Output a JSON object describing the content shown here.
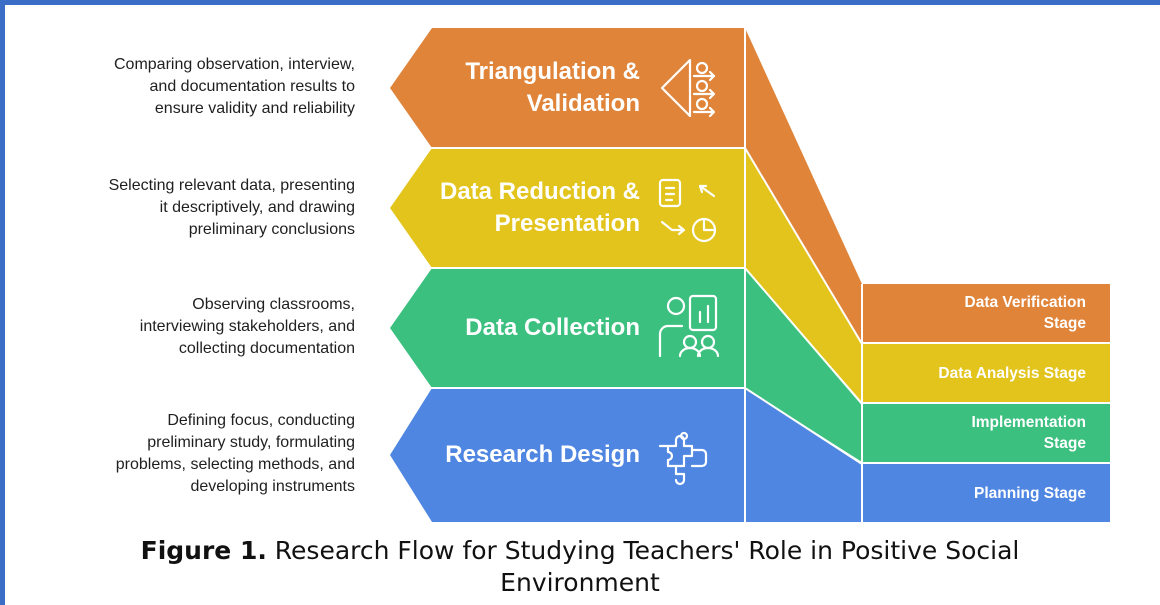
{
  "colors": {
    "orange": "#e0843a",
    "yellow": "#e2c41c",
    "green": "#3cc07f",
    "blue": "#4f86e2",
    "frame": "#3b6cc6"
  },
  "stages": [
    {
      "key": "triangulation",
      "title_lines": [
        "Triangulation &",
        "Validation"
      ],
      "icon": "triangulation-icon",
      "description_lines": [
        "Comparing observation, interview,",
        "and documentation results to",
        "ensure validity and reliability"
      ],
      "stage_label_lines": [
        "Data Verification",
        "Stage"
      ]
    },
    {
      "key": "reduction",
      "title_lines": [
        "Data Reduction &",
        "Presentation"
      ],
      "icon": "data-reduction-icon",
      "description_lines": [
        "Selecting relevant data, presenting",
        "it descriptively, and drawing",
        "preliminary conclusions"
      ],
      "stage_label_lines": [
        "Data Analysis Stage"
      ]
    },
    {
      "key": "collection",
      "title_lines": [
        "Data Collection"
      ],
      "icon": "data-collection-icon",
      "description_lines": [
        "Observing classrooms,",
        "interviewing stakeholders, and",
        "collecting documentation"
      ],
      "stage_label_lines": [
        "Implementation",
        "Stage"
      ]
    },
    {
      "key": "design",
      "title_lines": [
        "Research Design"
      ],
      "icon": "puzzle-icon",
      "description_lines": [
        "Defining focus, conducting",
        "preliminary study, formulating",
        "problems, selecting methods, and",
        "developing instruments"
      ],
      "stage_label_lines": [
        "Planning Stage"
      ]
    }
  ],
  "caption": {
    "label": "Figure 1.",
    "text_line1": " Research Flow for Studying Teachers' Role in Positive Social",
    "text_line2": "Environment"
  }
}
